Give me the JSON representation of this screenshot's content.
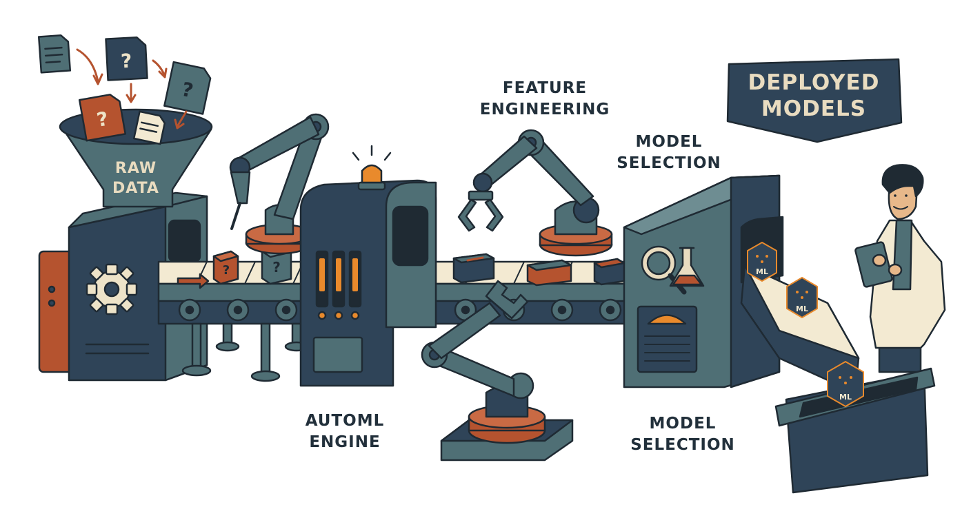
{
  "labels": {
    "raw_data": [
      "RAW",
      "DATA"
    ],
    "feature_engineering": [
      "FEATURE",
      "ENGINEERING"
    ],
    "model_selection_top": [
      "MODEL",
      "SELECTION"
    ],
    "automl_engine": [
      "AUTOML",
      "ENGINE"
    ],
    "model_selection_bottom": [
      "MODEL",
      "SELECTION"
    ],
    "deployed_models": [
      "DEPLOYED",
      "MODELS"
    ],
    "question_mark": "?",
    "ml_chip": "ML"
  },
  "colors": {
    "navy": "#2f4458",
    "teal": "#4f6f75",
    "rust": "#b5532f",
    "orange": "#e98a2c",
    "cream": "#f3ead2",
    "outline": "#1f2a33"
  }
}
